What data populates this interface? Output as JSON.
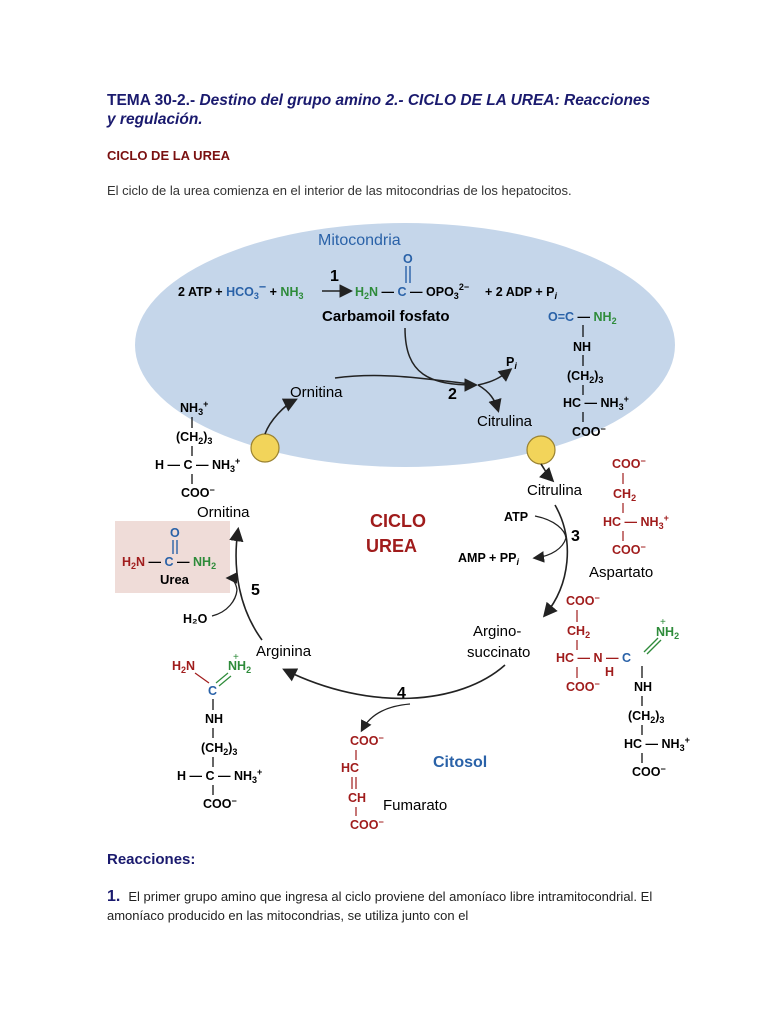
{
  "header": {
    "number": "TEMA 30-2.-",
    "title_rest": "Destino del grupo amino 2.- CICLO DE LA UREA: Reacciones",
    "title_line2": "y regulación."
  },
  "section_heading": "CICLO DE LA UREA",
  "intro_text": "El ciclo de la urea comienza en el interior de las mitocondrias de los hepatocitos.",
  "diagram": {
    "compartment_mito": "Mitocondria",
    "compartment_cyto": "Citosol",
    "center_line1": "CICLO",
    "center_line2": "UREA",
    "steps": [
      "1",
      "2",
      "3",
      "4",
      "5"
    ],
    "eq1_left": "2 ATP + HCO₃⁻ + NH₃",
    "eq1_right": "+ 2 ADP + P",
    "eq1_right_sub": "i",
    "carbamoyl_label": "Carbamoil  fosfato",
    "pi_label": "P",
    "pi_sub": "i",
    "ornitina_mito": "Ornitina",
    "citrulina_mito": "Citrulina",
    "citrulina_cyto": "Citrulina",
    "ornitina_cyto": "Ornitina",
    "atp": "ATP",
    "amp": "AMP + PP",
    "amp_sub": "i",
    "aspartato": "Aspartato",
    "argino_line1": "Argino-",
    "argino_line2": "succinato",
    "arginina": "Arginina",
    "fumarato": "Fumarato",
    "urea": "Urea",
    "h2o": "H₂O",
    "colors": {
      "mito_fill": "#c5d6ea",
      "urea_box": "#efdcd8",
      "transporter": "#f2d45a",
      "red": "#a01c1c",
      "blue": "#2a62a8",
      "green": "#2e8b3a"
    }
  },
  "reactions_heading": "Reacciones:",
  "paragraph1": {
    "number": "1.",
    "text": "El primer grupo amino que ingresa al ciclo proviene del amoníaco libre intramitocondrial. El amoníaco producido en las mitocondrias, se utiliza junto con el"
  }
}
